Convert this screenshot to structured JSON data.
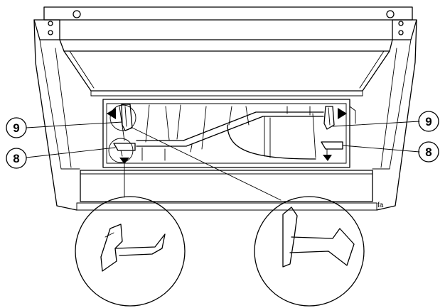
{
  "callouts": {
    "left_upper": "9",
    "left_lower": "8",
    "right_upper": "9",
    "right_lower": "8"
  },
  "corner_mark": "fa",
  "colors": {
    "line": "#000000",
    "panel_fill": "#7d7d7d",
    "background": "#ffffff"
  }
}
